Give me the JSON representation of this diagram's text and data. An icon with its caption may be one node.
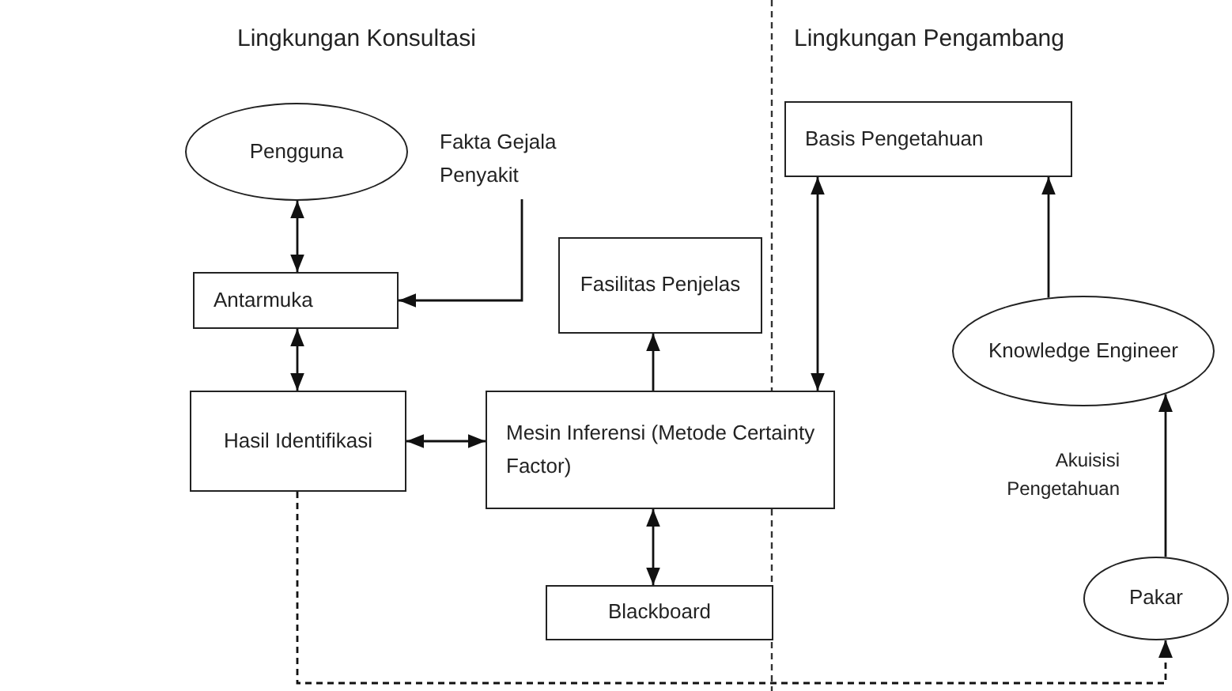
{
  "diagram": {
    "nodes": [
      {
        "text": [
          "Pengguna"
        ]
      },
      {
        "text": [
          "Fakta Gejala Penyakit"
        ]
      },
      {
        "text": [
          "Antarmuka"
        ]
      },
      {
        "text": [
          "Fasilitas Penjelas"
        ]
      },
      {
        "text": [
          "Hasil Identifikasi"
        ]
      },
      {
        "text": [
          "Mesin Inferensi (Metode Certainty Factor)"
        ]
      },
      {
        "text": [
          "Blackboard"
        ]
      },
      {
        "text": [
          "Basis Pengetahuan"
        ]
      },
      {
        "text": [
          "Knowledge Engineer"
        ]
      },
      {
        "text": [
          "Pakar"
        ]
      }
    ],
    "edges": [
      {
        "from": 0,
        "to": 2,
        "arrow": "both"
      },
      {
        "from": 1,
        "to": 2,
        "arrow": "to"
      },
      {
        "from": 2,
        "to": 4,
        "arrow": "both"
      },
      {
        "from": 4,
        "to": 5,
        "arrow": "both"
      },
      {
        "from": 5,
        "to": 3,
        "arrow": "to"
      },
      {
        "from": 5,
        "to": 6,
        "arrow": "both"
      },
      {
        "from": 7,
        "to": 5,
        "arrow": "both"
      },
      {
        "from": 8,
        "to": 7,
        "arrow": "to"
      },
      {
        "from": 9,
        "to": 8,
        "arrow": "to",
        "label": "Akuisisi Pengetahuan"
      },
      {
        "from": 4,
        "to": 9,
        "arrow": "to",
        "style": "dashed"
      }
    ],
    "labels": [
      "Lingkungan Konsultasi",
      "Lingkungan Pengambang"
    ]
  }
}
